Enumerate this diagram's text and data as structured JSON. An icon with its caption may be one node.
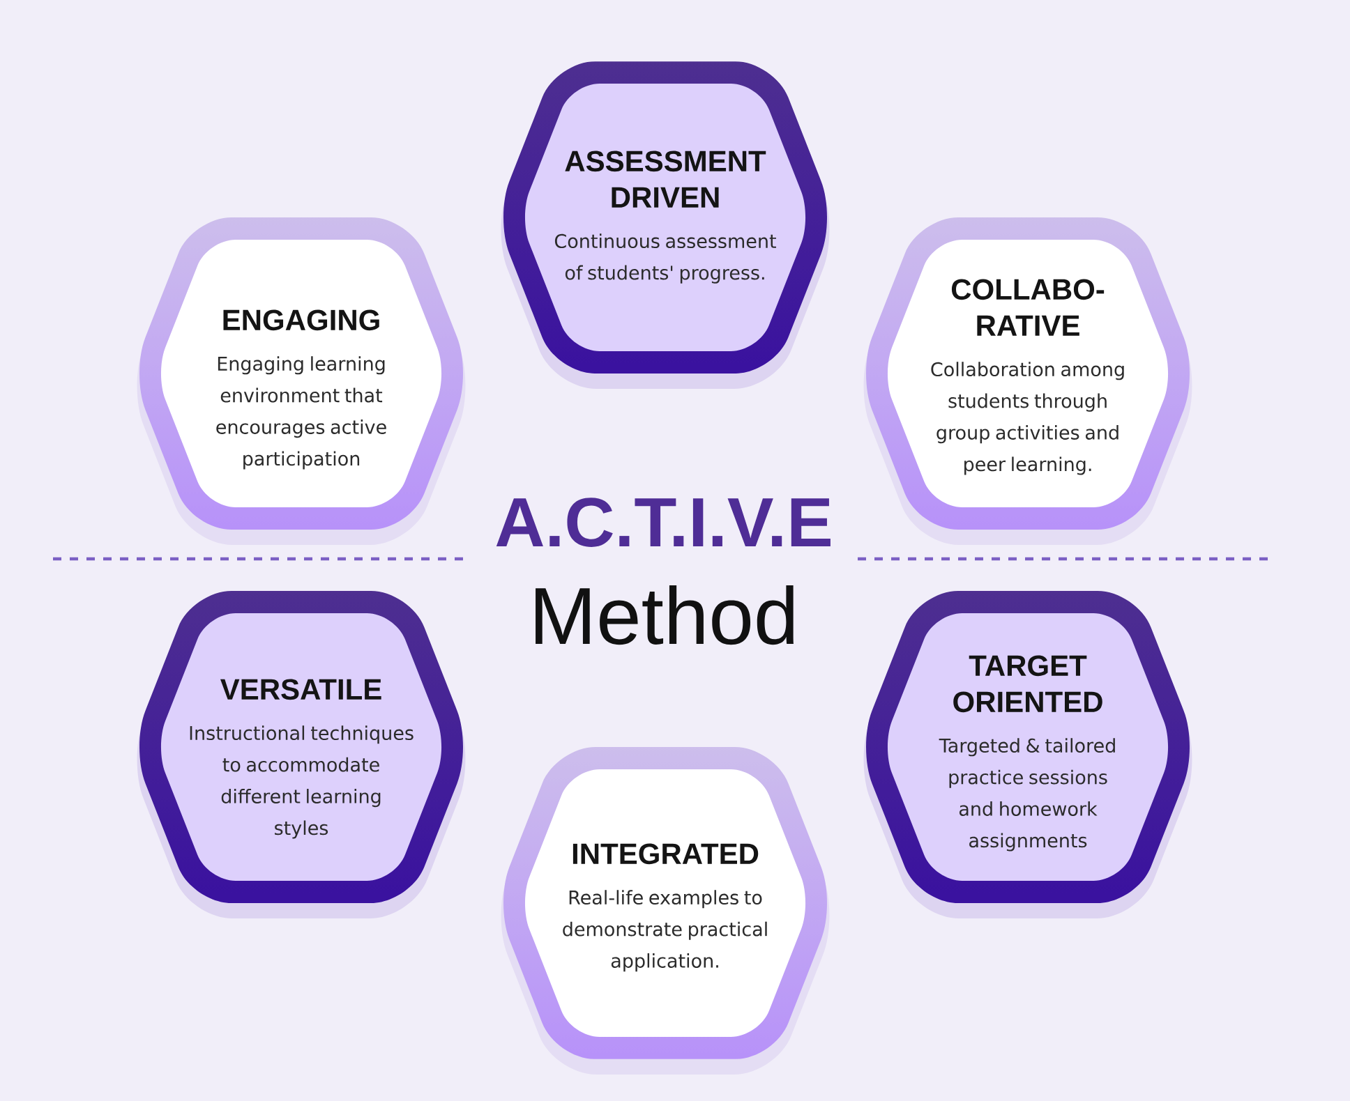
{
  "diagram": {
    "title": "A.C.T.I.V.E",
    "nodes": [
      {
        "text": [
          "ASSESSMENT DRIVEN",
          "Continuous assessment of students' progress."
        ]
      },
      {
        "text": [
          "ENGAGING",
          "Engaging learning environment that encourages active participation"
        ]
      },
      {
        "text": [
          "COLLABO- RATIVE",
          "Collaboration among students through group activities and peer learning."
        ]
      },
      {
        "text": [
          "VERSATILE",
          "Instructional techniques to accommodate different learning styles"
        ]
      },
      {
        "text": [
          "TARGET ORIENTED",
          "Targeted & tailored practice sessions and homework assignments"
        ]
      },
      {
        "text": [
          "INTEGRATED",
          "Real-life examples to demonstrate practical application."
        ]
      }
    ],
    "labels": [
      "Method"
    ]
  }
}
